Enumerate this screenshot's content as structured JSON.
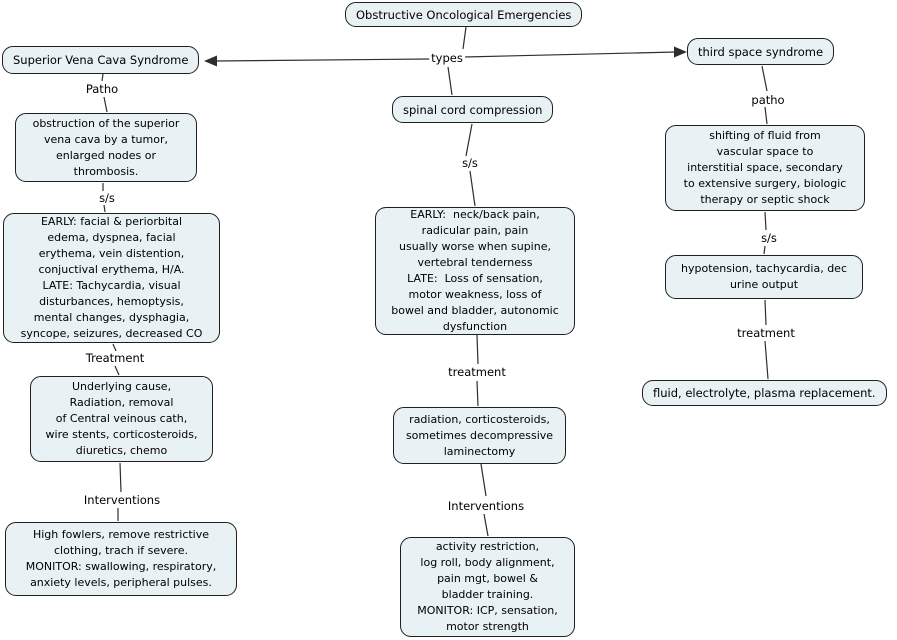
{
  "title": "Obstructive Oncological Emergencies concept map",
  "colors": {
    "node_fill": "#e8f1f3",
    "node_border": "#1f1f1f",
    "line_color": "#2e2e2e",
    "text_color": "#000000",
    "bg_color": "#ffffff"
  },
  "nodes": {
    "root": {
      "label": "Obstructive Oncological Emergencies"
    },
    "svc": {
      "label": "Superior Vena Cava Syndrome"
    },
    "scc": {
      "label": "spinal cord compression"
    },
    "tss": {
      "label": "third space syndrome"
    },
    "svc_patho": {
      "lines": [
        "obstruction of the superior",
        "vena cava by a tumor,",
        "enlarged nodes or",
        "thrombosis."
      ]
    },
    "svc_signs": {
      "lines": [
        "EARLY: facial & periorbital",
        "edema, dyspnea, facial",
        "erythema, vein distention,",
        "conjuctival erythema, H/A.",
        "LATE: Tachycardia, visual",
        "disturbances, hemoptysis,",
        "mental changes, dysphagia,",
        "syncope, seizures, decreased CO"
      ]
    },
    "svc_treatment": {
      "lines": [
        "Underlying cause,",
        "Radiation, removal",
        "of Central veinous cath,",
        "wire stents, corticosteroids,",
        "diuretics, chemo"
      ]
    },
    "svc_interventions": {
      "lines": [
        "High fowlers, remove restrictive",
        "clothing, trach if severe.",
        "MONITOR: swallowing, respiratory,",
        "anxiety levels, peripheral pulses."
      ]
    },
    "scc_signs": {
      "lines": [
        "EARLY:  neck/back pain,",
        "radicular pain, pain",
        "usually worse when supine,",
        "vertebral tenderness",
        "LATE:  Loss of sensation,",
        "motor weakness, loss of",
        "bowel and bladder, autonomic",
        "dysfunction"
      ]
    },
    "scc_treatment": {
      "lines": [
        "radiation, corticosteroids,",
        "sometimes decompressive",
        "laminectomy"
      ]
    },
    "scc_interventions": {
      "lines": [
        "activity restriction,",
        "log roll, body alignment,",
        "pain mgt, bowel &",
        "bladder training.",
        "MONITOR: ICP, sensation,",
        "motor strength"
      ]
    },
    "tss_patho": {
      "lines": [
        "shifting of fluid from",
        "vascular space to",
        "interstitial space, secondary",
        "to extensive surgery, biologic",
        "therapy or septic shock"
      ]
    },
    "tss_signs": {
      "lines": [
        "hypotension, tachycardia, dec",
        "urine output"
      ]
    },
    "tss_treatment": {
      "lines": [
        "fluid, electrolyte, plasma replacement."
      ]
    }
  },
  "links": {
    "types": "types",
    "svc_patho": "Patho",
    "svc_ss": "s/s",
    "svc_treatment": "Treatment",
    "svc_interventions": "Interventions",
    "scc_ss": "s/s",
    "scc_treatment": "treatment",
    "scc_interventions": "Interventions",
    "tss_patho": "patho",
    "tss_ss": "s/s",
    "tss_treatment": "treatment"
  }
}
